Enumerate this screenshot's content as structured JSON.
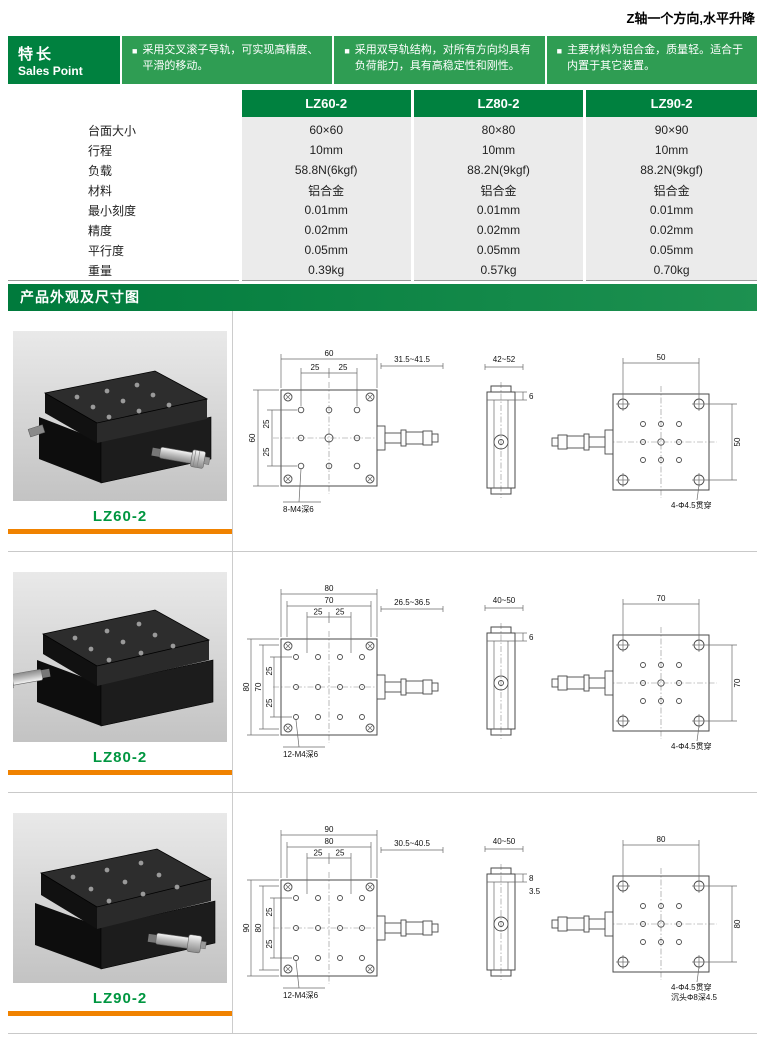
{
  "page": {
    "top_note": "Z轴一个方向,水平升降"
  },
  "colors": {
    "green_dark": "#00813f",
    "green_mid": "#2f9d53",
    "orange": "#f08200",
    "product_name_green": "#009640",
    "table_row_gray": "#ebebeb"
  },
  "sales_point": {
    "title": "特长",
    "subtitle": "Sales Point",
    "marker": "■",
    "bullets": [
      "采用交叉滚子导轨，可实现高精度、平滑的移动。",
      "采用双导轨结构，对所有方向均具有负荷能力，具有高稳定性和刚性。",
      "主要材料为铝合金，质量轻。适合于内置于其它装置。"
    ]
  },
  "spec_table": {
    "columns": [
      "LZ60-2",
      "LZ80-2",
      "LZ90-2"
    ],
    "rows": [
      {
        "label": "台面大小",
        "values": [
          "60×60",
          "80×80",
          "90×90"
        ]
      },
      {
        "label": "行程",
        "values": [
          "10mm",
          "10mm",
          "10mm"
        ]
      },
      {
        "label": "负载",
        "values": [
          "58.8N(6kgf)",
          "88.2N(9kgf)",
          "88.2N(9kgf)"
        ]
      },
      {
        "label": "材料",
        "values": [
          "铝合金",
          "铝合金",
          "铝合金"
        ]
      },
      {
        "label": "最小刻度",
        "values": [
          "0.01mm",
          "0.01mm",
          "0.01mm"
        ]
      },
      {
        "label": "精度",
        "values": [
          "0.02mm",
          "0.02mm",
          "0.02mm"
        ]
      },
      {
        "label": "平行度",
        "values": [
          "0.05mm",
          "0.05mm",
          "0.05mm"
        ]
      },
      {
        "label": "重量",
        "values": [
          "0.39kg",
          "0.57kg",
          "0.70kg"
        ]
      }
    ]
  },
  "section_title": "产品外观及尺寸图",
  "products": [
    {
      "name": "LZ60-2",
      "plan": {
        "dims_top": [
          "60",
          "25",
          "25"
        ],
        "dims_left": [
          "60",
          "25",
          "25"
        ],
        "travel": "31.5~41.5",
        "holes": "8-M4深6"
      },
      "side": {
        "dim_width": "42~52",
        "dim_plate": "6",
        "dim_step": ""
      },
      "bottom": {
        "dim_w": "50",
        "dim_h": "50",
        "holes": "4-Φ4.5贯穿",
        "holes2": ""
      }
    },
    {
      "name": "LZ80-2",
      "plan": {
        "dims_top": [
          "80",
          "70",
          "25",
          "25"
        ],
        "dims_left": [
          "80",
          "70",
          "25",
          "25"
        ],
        "travel": "26.5~36.5",
        "holes": "12-M4深6"
      },
      "side": {
        "dim_width": "40~50",
        "dim_plate": "6",
        "dim_step": ""
      },
      "bottom": {
        "dim_w": "70",
        "dim_h": "70",
        "holes": "4-Φ4.5贯穿",
        "holes2": ""
      }
    },
    {
      "name": "LZ90-2",
      "plan": {
        "dims_top": [
          "90",
          "80",
          "25",
          "25"
        ],
        "dims_left": [
          "90",
          "80",
          "25",
          "25"
        ],
        "travel": "30.5~40.5",
        "holes": "12-M4深6"
      },
      "side": {
        "dim_width": "40~50",
        "dim_plate": "8",
        "dim_step": "3.5"
      },
      "bottom": {
        "dim_w": "80",
        "dim_h": "80",
        "holes": "4-Φ4.5贯穿",
        "holes2": "沉头Φ8深4.5"
      }
    }
  ]
}
